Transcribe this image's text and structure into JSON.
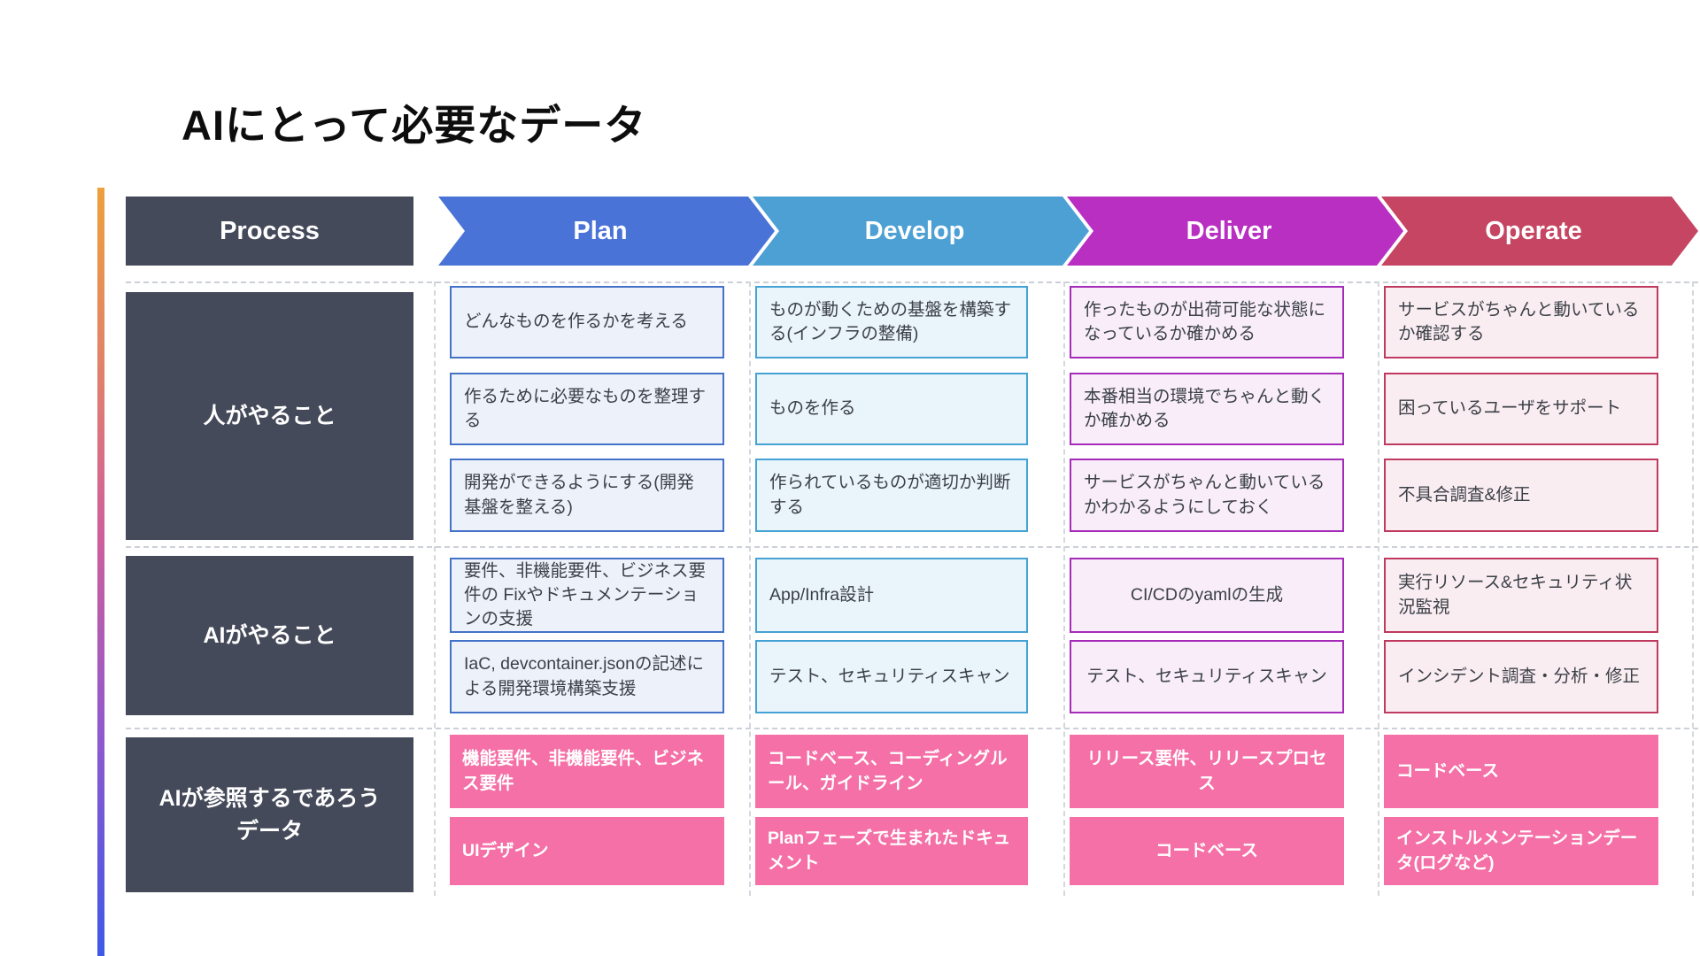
{
  "slide": {
    "title": "AIにとって必要なデータ"
  },
  "table": {
    "process_label": "Process",
    "row_labels": [
      "人がやること",
      "AIがやること",
      "AIが参照するであろうデータ"
    ],
    "columns": [
      {
        "name": "Plan",
        "human": [
          "どんなものを作るかを考える",
          "作るために必要なものを整理する",
          "開発ができるようにする(開発基盤を整える)"
        ],
        "ai": [
          "要件、非機能要件、ビジネス要件の Fixやドキュメンテーションの支援",
          "IaC, devcontainer.jsonの記述による開発環境構築支援"
        ],
        "data": [
          "機能要件、非機能要件、ビジネス要件",
          "UIデザイン"
        ]
      },
      {
        "name": "Develop",
        "human": [
          "ものが動くための基盤を構築する(インフラの整備)",
          "ものを作る",
          "作られているものが適切か判断する"
        ],
        "ai": [
          "App/Infra設計",
          "テスト、セキュリティスキャン"
        ],
        "data": [
          "コードベース、コーディングルール、ガイドライン",
          "Planフェーズで生まれたドキュメント"
        ]
      },
      {
        "name": "Deliver",
        "human": [
          "作ったものが出荷可能な状態になっているか確かめる",
          "本番相当の環境でちゃんと動くか確かめる",
          "サービスがちゃんと動いているかわかるようにしておく"
        ],
        "ai": [
          "CI/CDのyamlの生成",
          "テスト、セキュリティスキャン"
        ],
        "data": [
          "リリース要件、リリースプロセス",
          "コードベース"
        ]
      },
      {
        "name": "Operate",
        "human": [
          "サービスがちゃんと動いているか確認する",
          "困っているユーザをサポート",
          "不具合調査&修正"
        ],
        "ai": [
          "実行リソース&セキュリティ状況監視",
          "インシデント調査・分析・修正"
        ],
        "data": [
          "コードベース",
          "インストルメンテーションデータ(ログなど)"
        ]
      }
    ]
  },
  "colors": {
    "accent_gradient_top": "#eda03c",
    "accent_gradient_bottom": "#3f58e8",
    "process_header": "#454a5a",
    "plan_chevron": "#4a73d8",
    "develop_chevron": "#4da0d4",
    "deliver_chevron": "#b92fc2",
    "operate_chevron": "#c64562",
    "data_pink": "#f470a6",
    "row_label_bg": "#454a5a"
  }
}
